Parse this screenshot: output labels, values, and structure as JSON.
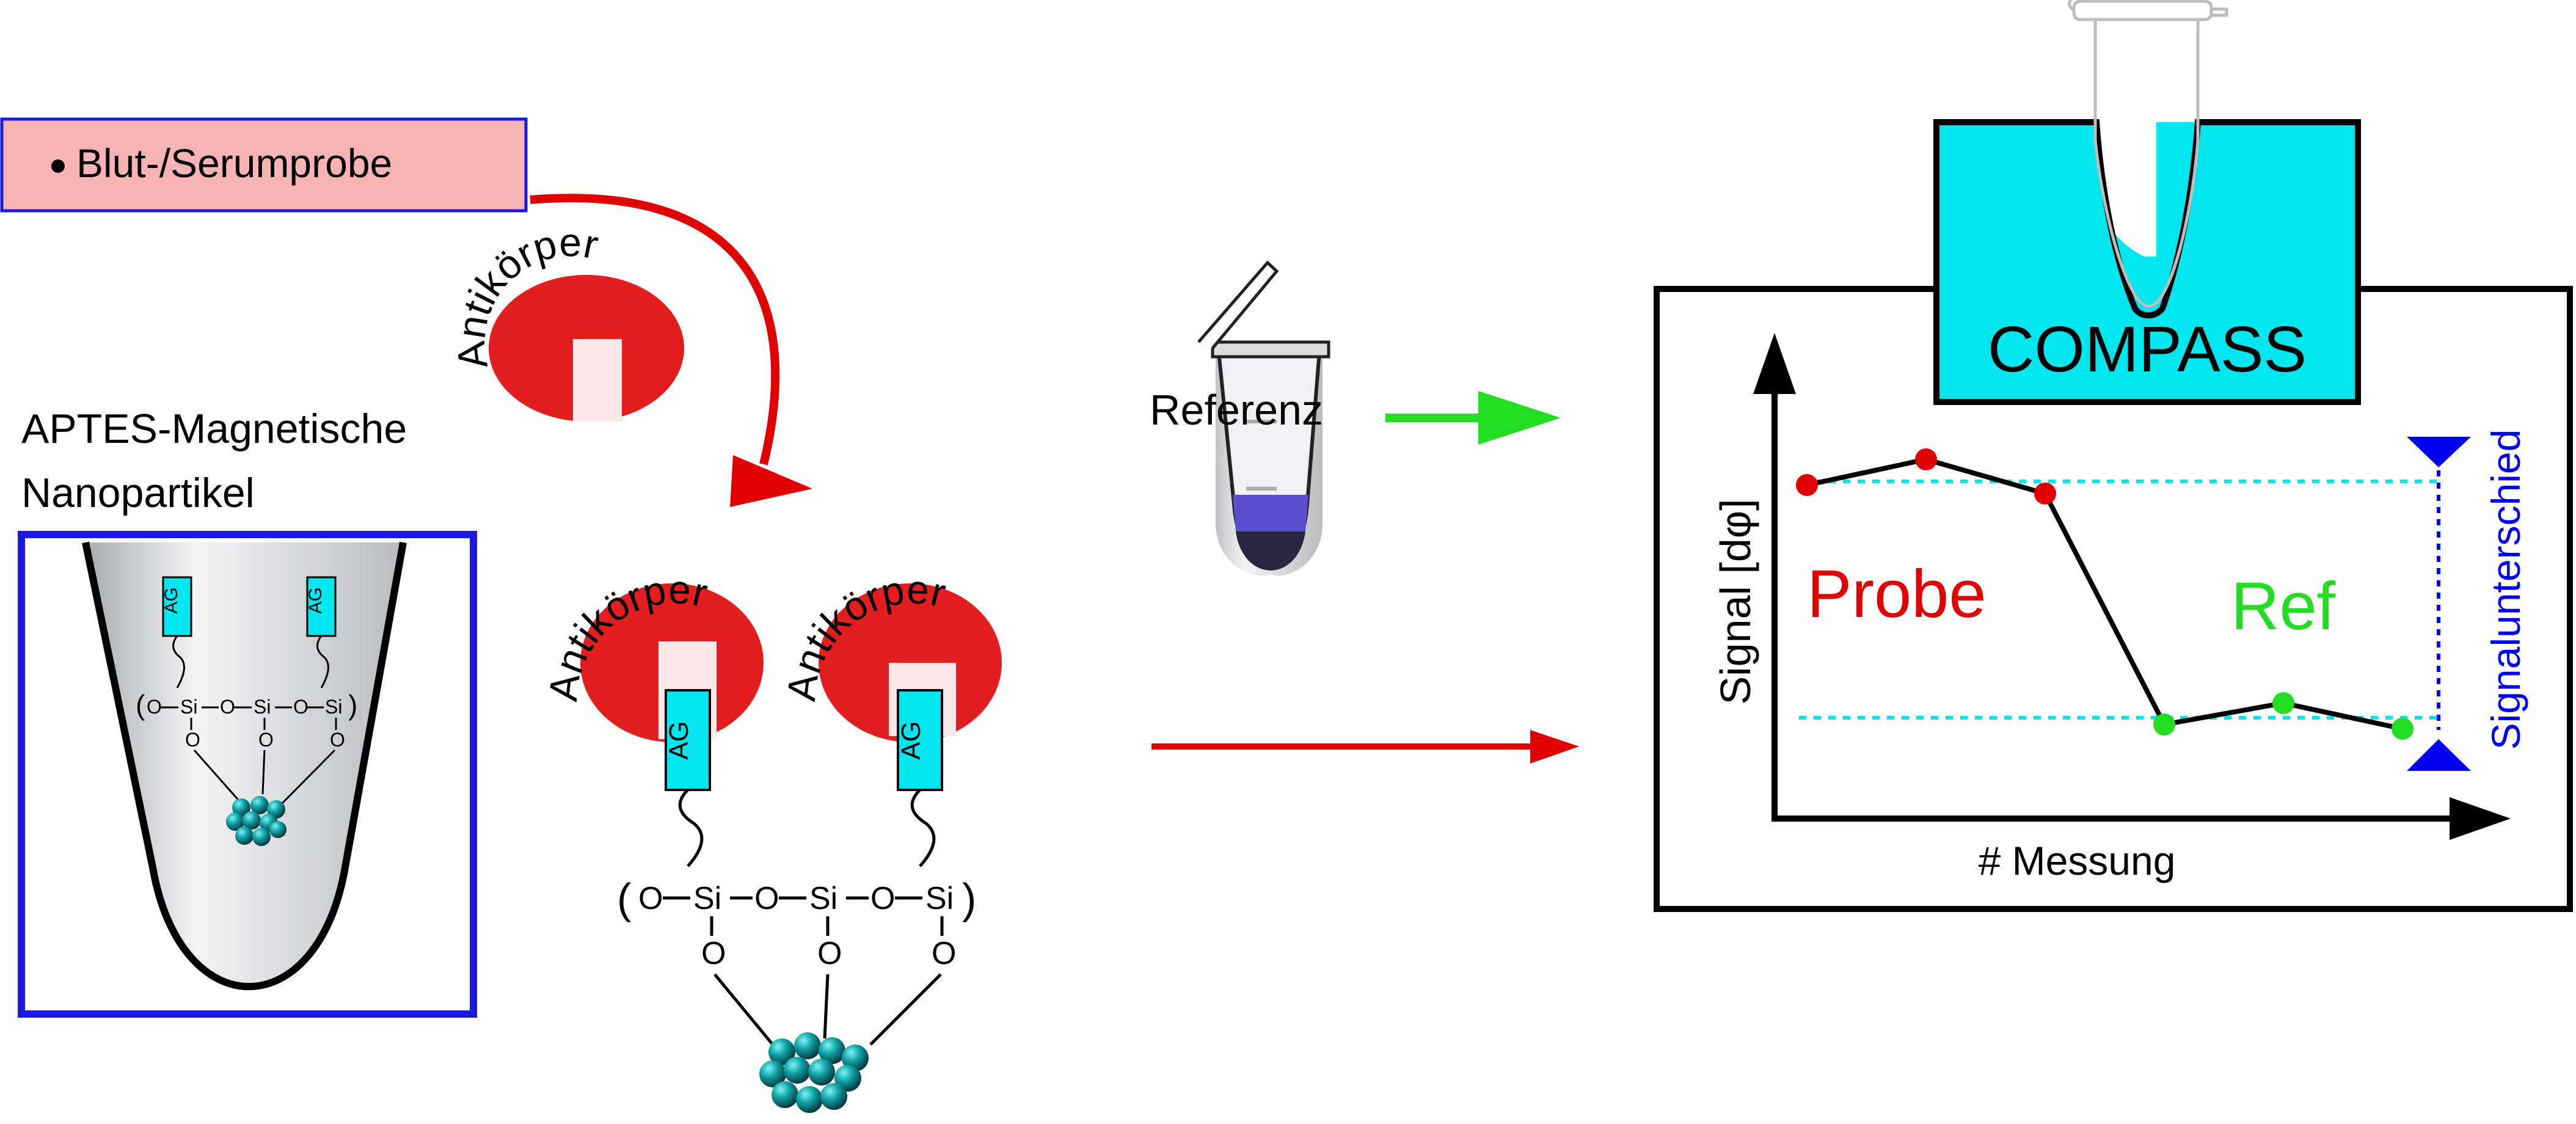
{
  "sample": {
    "label": "Blut-/Serumprobe"
  },
  "nanoparticle": {
    "title_line1": "APTES-Magnetische",
    "title_line2": "Nanopartikel"
  },
  "antibody": {
    "label": "Antikörper"
  },
  "antigen": {
    "label": "AG"
  },
  "silane": {
    "si": "Si",
    "o": "O"
  },
  "reference": {
    "label": "Referenz"
  },
  "device": {
    "label": "COMPASS"
  },
  "chart": {
    "ylabel": "Signal [dφ]",
    "xlabel": "# Messung",
    "probe_label": "Probe",
    "ref_label": "Ref",
    "difference_label": "Signalunterschied"
  },
  "chart_data": {
    "type": "line",
    "xlabel": "# Messung",
    "ylabel": "Signal [dφ]",
    "series": [
      {
        "name": "Probe",
        "x": [
          1,
          2,
          3
        ],
        "values": [
          0.78,
          0.84,
          0.76
        ]
      },
      {
        "name": "Ref",
        "x": [
          4,
          5,
          6
        ],
        "values": [
          0.22,
          0.27,
          0.21
        ]
      }
    ]
  },
  "colors": {
    "red": "#e00000",
    "green": "#22dd22",
    "blue": "#0000ee",
    "cyan": "#00e5ee",
    "pink_box": "#f8b4b4",
    "antibody_red": "#e31e1e"
  }
}
